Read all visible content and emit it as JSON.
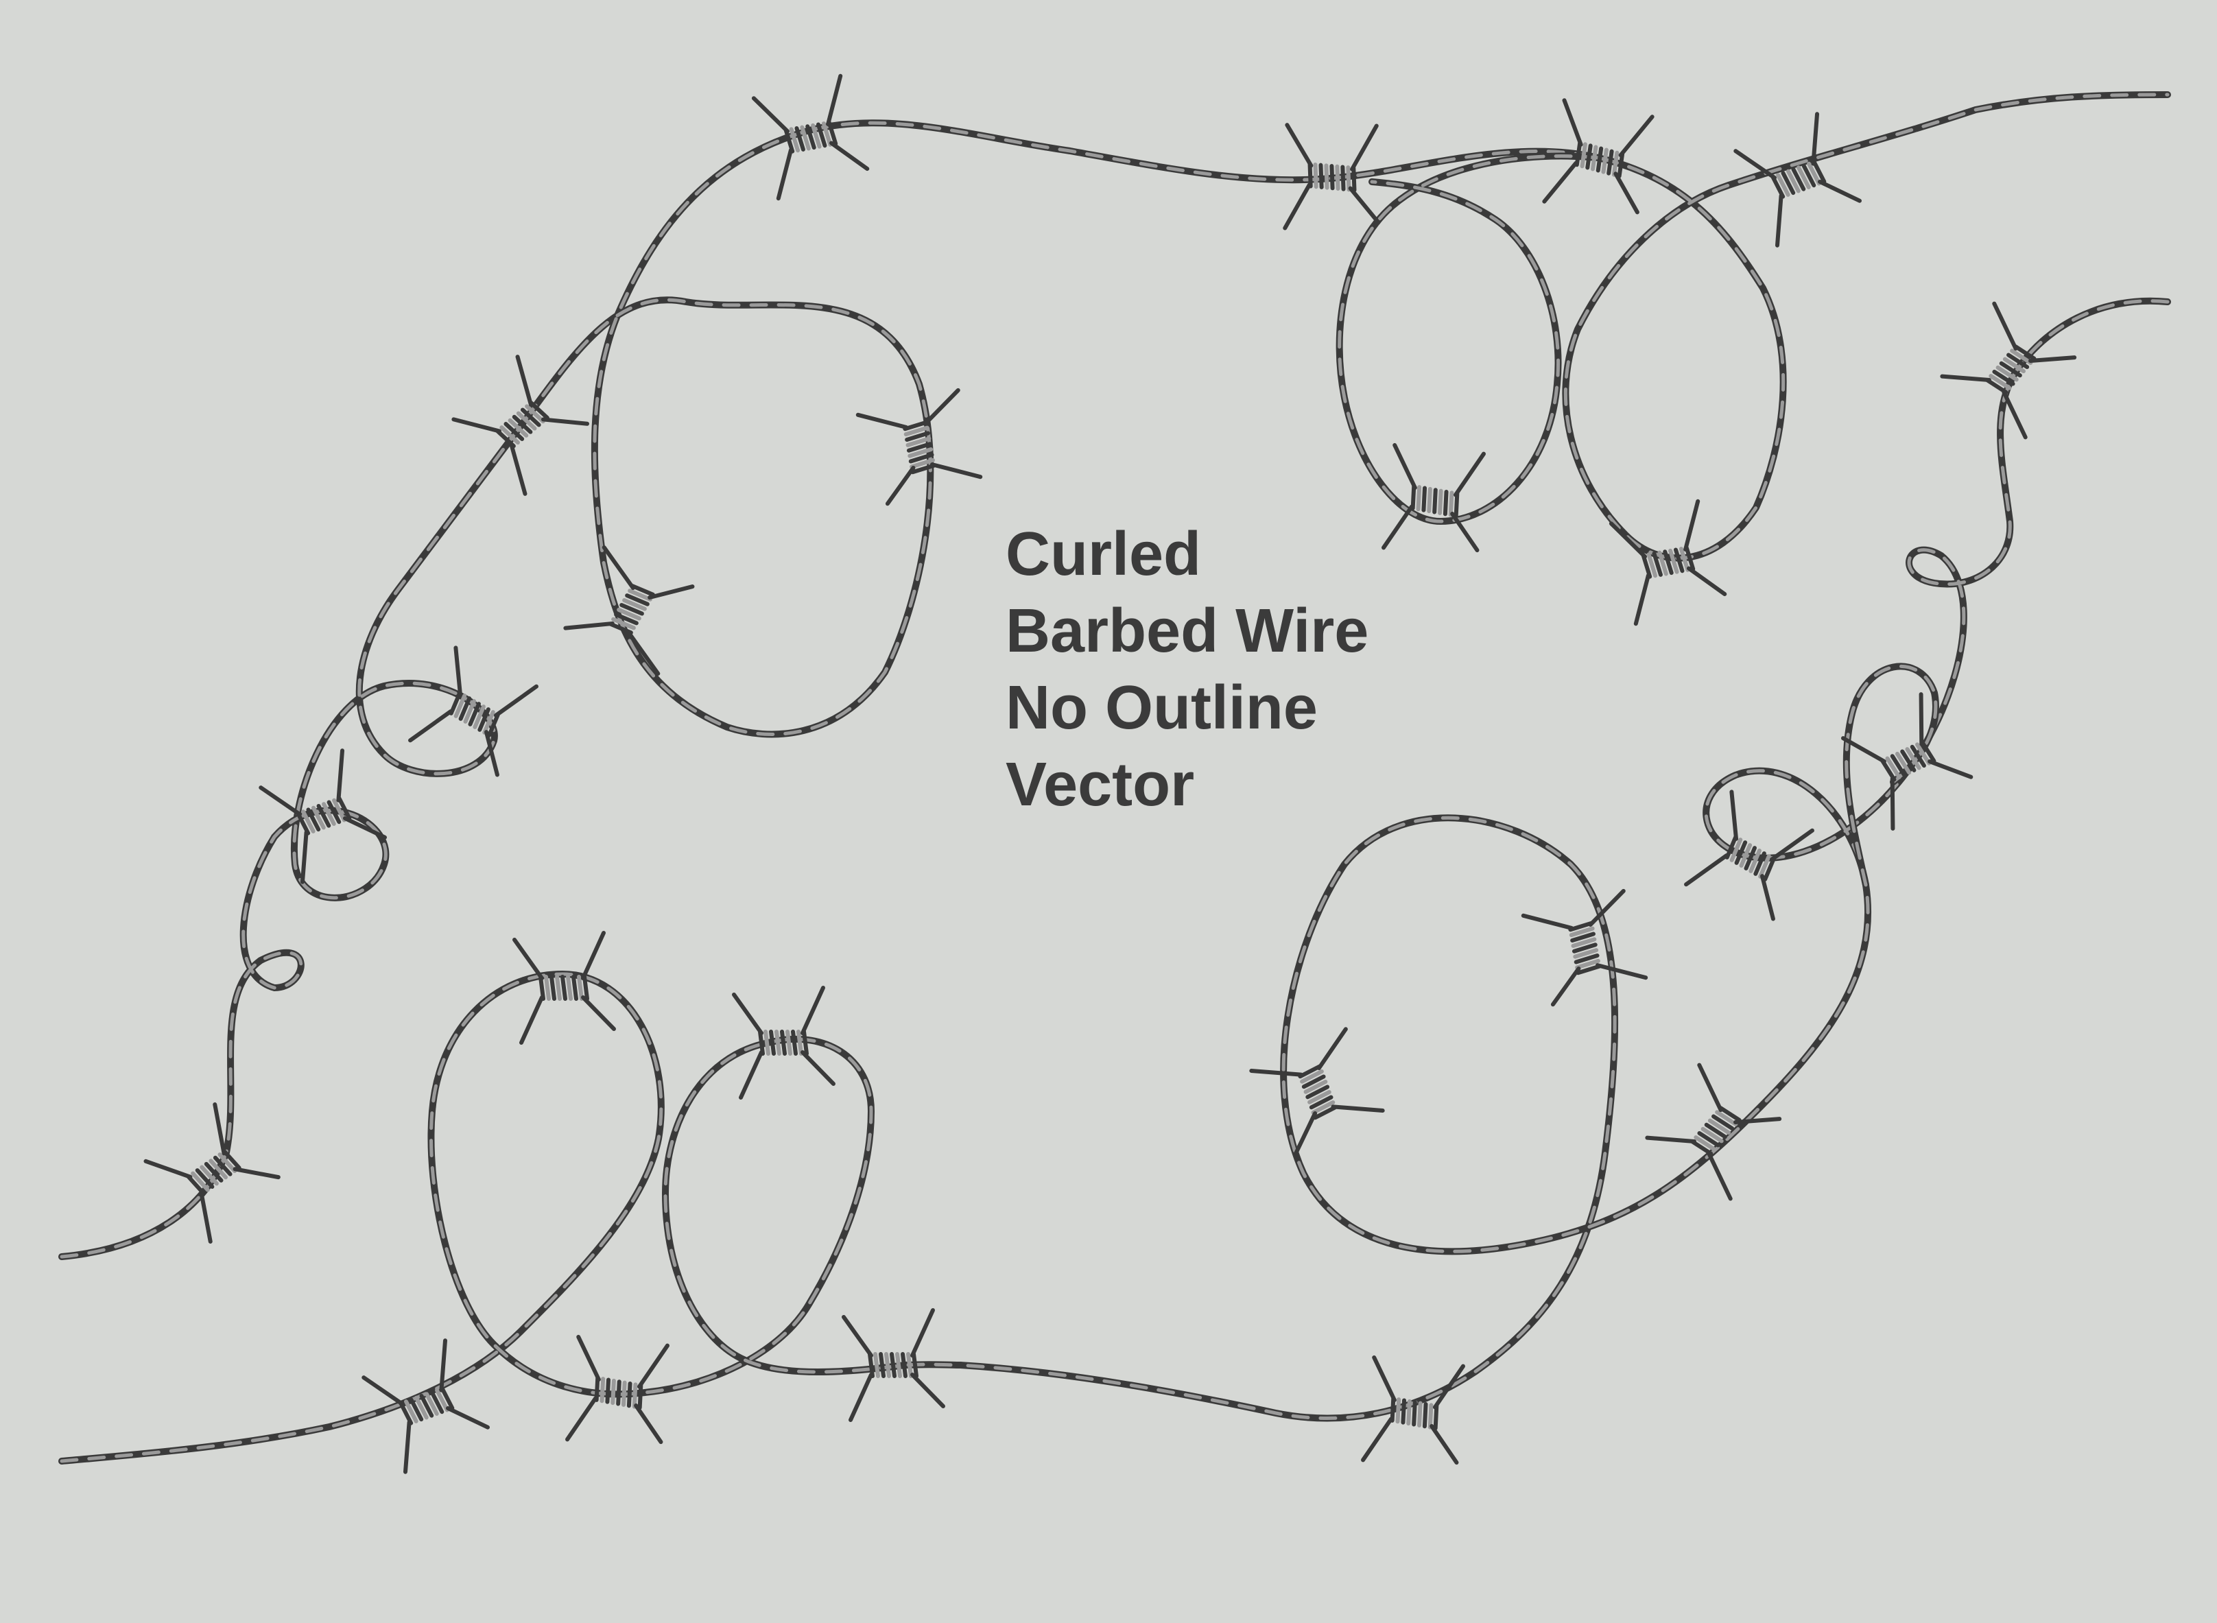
{
  "caption": {
    "lines": [
      "Curled",
      "Barbed Wire",
      "No Outline",
      "Vector"
    ]
  },
  "palette": {
    "background": "#d6d8d5",
    "wire_dark": "#3a3a3a",
    "wire_light": "#9a9a9a",
    "text": "#3b3b3b"
  }
}
